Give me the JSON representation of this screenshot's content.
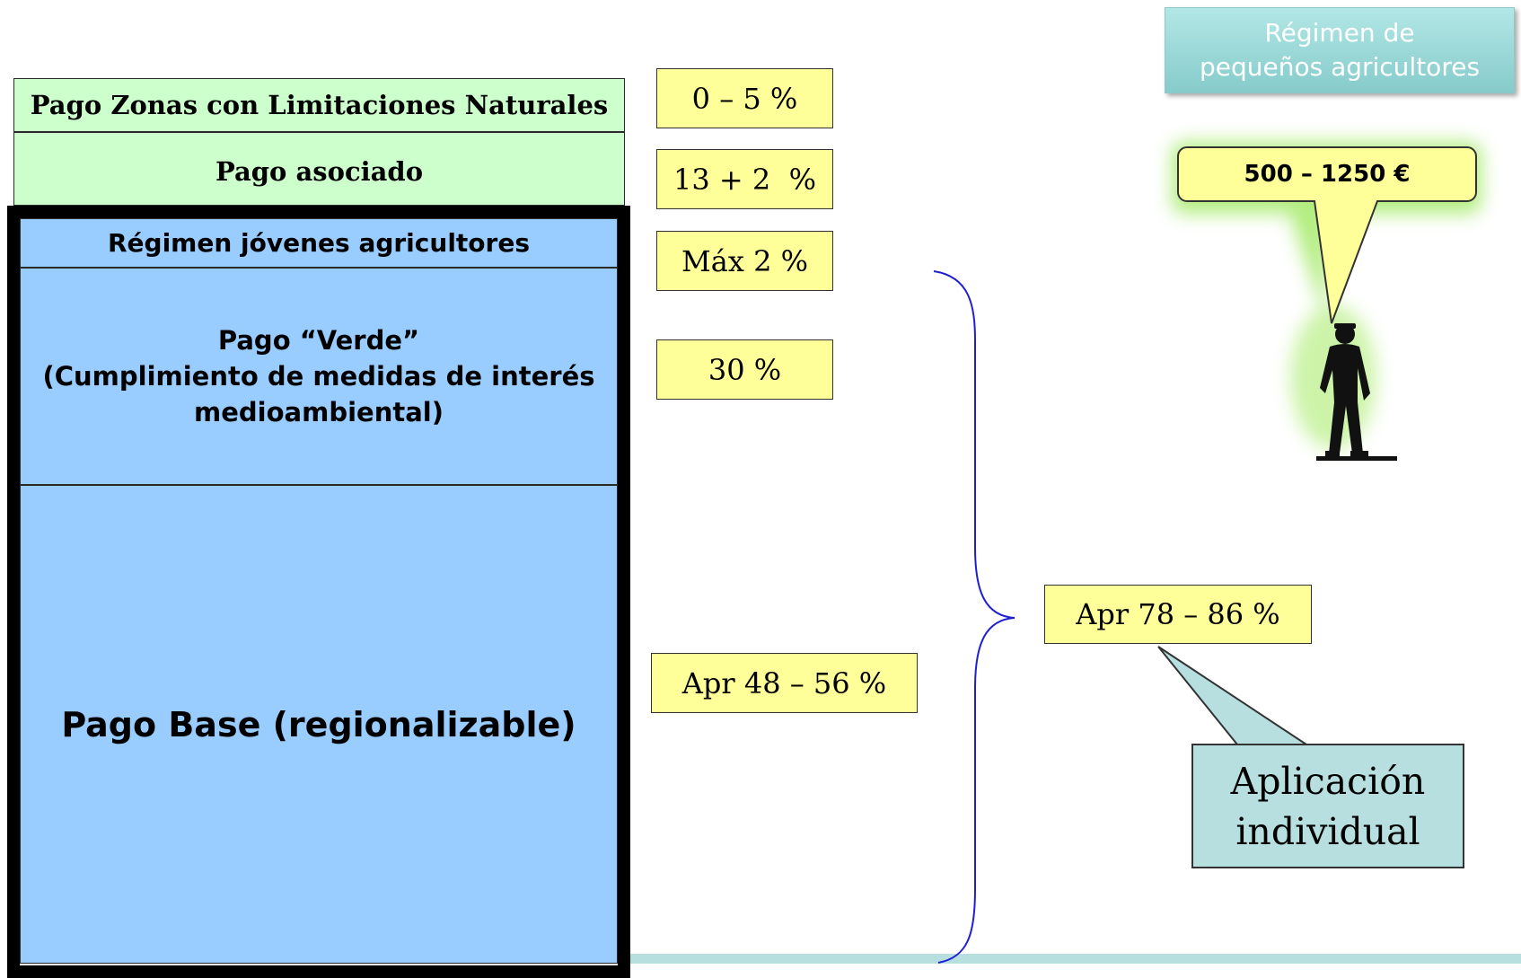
{
  "blocks": {
    "zonas": "Pago Zonas con Limitaciones Naturales",
    "asociado": "Pago asociado",
    "jovenes": "Régimen jóvenes agricultores",
    "verde_line1": "Pago “Verde”",
    "verde_line2": "(Cumplimiento de medidas de interés",
    "verde_line3": "medioambiental)",
    "base": "Pago Base (regionalizable)"
  },
  "percentages": {
    "zonas": "0 – 5 %",
    "asociado": "13 + 2  %",
    "jovenes": "Máx 2 %",
    "verde": "30 %",
    "base": "Apr 48 – 56 %",
    "combined": "Apr 78 – 86 %"
  },
  "small_farmers": {
    "title_line1": "Régimen de",
    "title_line2": "pequeños agricultores",
    "amount": "500 – 1250 €"
  },
  "application": {
    "line1": "Aplicación",
    "line2": "individual"
  },
  "colors": {
    "green_block": "#ccffcc",
    "blue_block": "#99ccff",
    "percent_box": "#ffff99",
    "callout_teal": "#b7dfe0",
    "brace": "#1f1fd0"
  },
  "icons": [
    "farmer-icon"
  ]
}
